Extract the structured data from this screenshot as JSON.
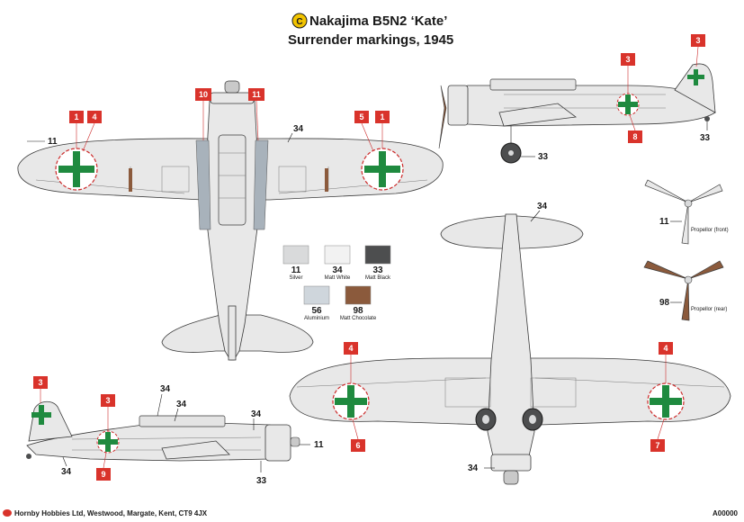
{
  "title": {
    "line1": "Nakajima B5N2 ‘Kate’",
    "line2": "Surrender markings, 1945",
    "scheme_letter": "C"
  },
  "colors": {
    "silver": "#d9dadb",
    "matt_white": "#f2f2f2",
    "matt_black": "#4d4e4f",
    "aluminium": "#cfd6dc",
    "matt_chocolate": "#8b5a3c",
    "cross_green": "#1f8a3f",
    "tag_red": "#d9332b"
  },
  "swatches": [
    {
      "code": "11",
      "name": "Silver"
    },
    {
      "code": "34",
      "name": "Matt White"
    },
    {
      "code": "33",
      "name": "Matt Black"
    },
    {
      "code": "56",
      "name": "Aluminium"
    },
    {
      "code": "98",
      "name": "Matt Chocolate"
    }
  ],
  "callouts": {
    "top_view": [
      "1",
      "4",
      "10",
      "11",
      "5",
      "1"
    ],
    "top_view_codes": [
      "11",
      "34"
    ],
    "side_right": [
      "3",
      "3",
      "8"
    ],
    "side_right_codes": [
      "33",
      "33"
    ],
    "bottom_view": [
      "4",
      "4",
      "6",
      "7"
    ],
    "bottom_view_codes": [
      "34",
      "34"
    ],
    "side_left": [
      "3",
      "3",
      "9"
    ],
    "side_left_codes": [
      "34",
      "34",
      "34",
      "11",
      "34",
      "33"
    ],
    "propellers": [
      {
        "code": "11",
        "label": "Propellor (front)"
      },
      {
        "code": "98",
        "label": "Propellor (rear)"
      }
    ]
  },
  "footer": {
    "left": "Hornby Hobbies Ltd, Westwood, Margate, Kent, CT9 4JX",
    "right": "A00000"
  }
}
